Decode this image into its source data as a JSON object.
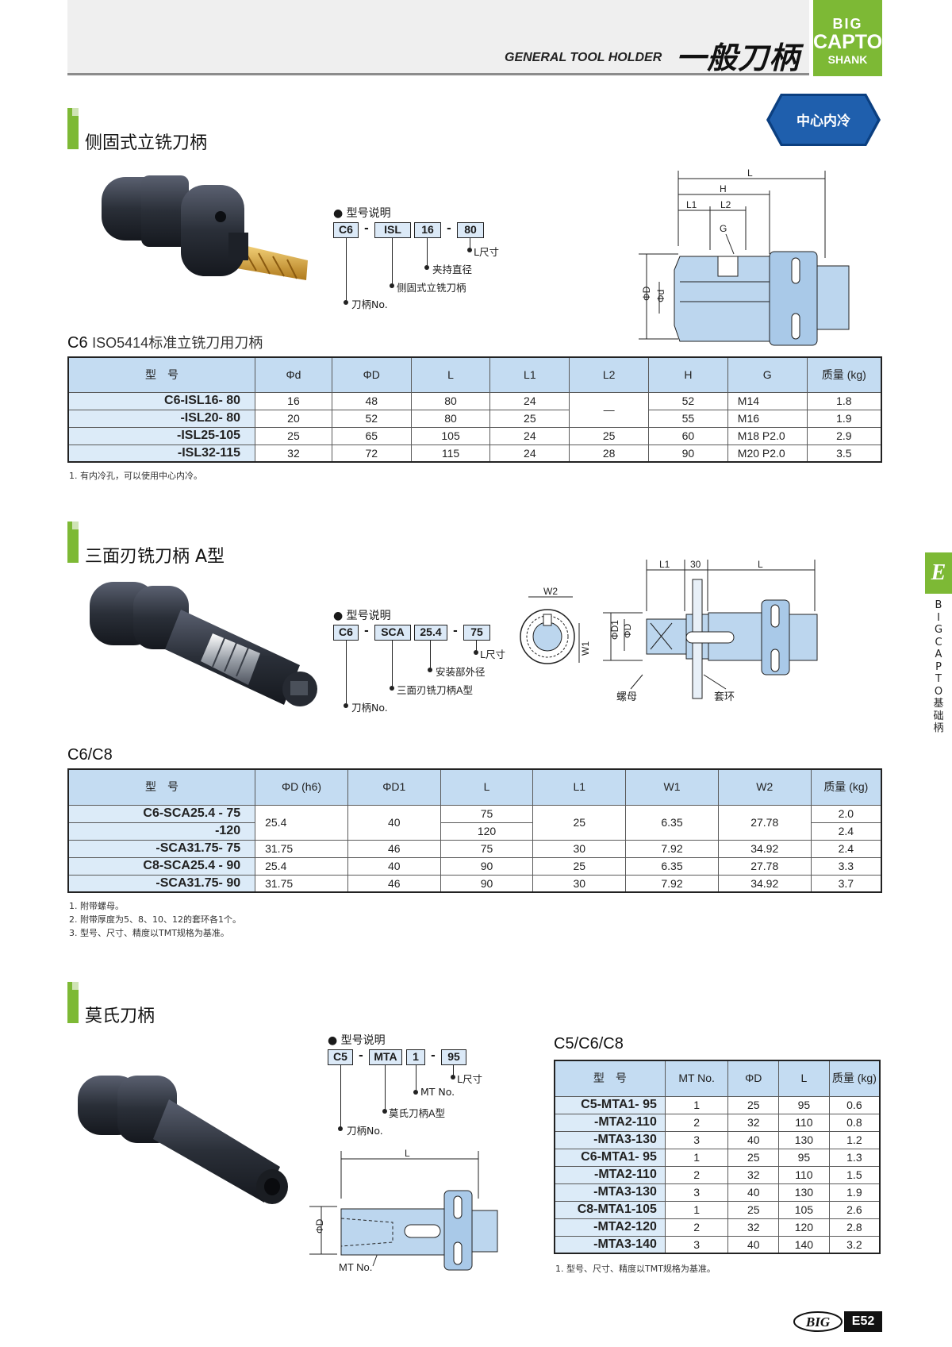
{
  "header": {
    "en_title": "GENERAL TOOL HOLDER",
    "cn_title": "一般刀柄",
    "brand": {
      "big": "BIG",
      "capto": "CAPTO",
      "shank": "SHANK"
    }
  },
  "badge": {
    "label": "中心内冷"
  },
  "side_tab": {
    "letter": "E",
    "text": "BIG CAPTO基础柄"
  },
  "colors": {
    "accent_green": "#7db935",
    "table_header": "#c4dcf2",
    "badge_blue": "#1f5fad"
  },
  "section1": {
    "title": "侧固式立铣刀柄",
    "model_explain": {
      "heading": "● 型号说明",
      "parts": [
        "C6",
        "ISL",
        "16",
        "80"
      ],
      "labels": [
        "L尺寸",
        "夹持直径",
        "侧固式立铣刀柄",
        "刀柄No."
      ]
    },
    "drawing_labels": {
      "L": "L",
      "H": "H",
      "L1": "L1",
      "L2": "L2",
      "G": "G",
      "phiD": "ΦD",
      "phid": "Φd"
    },
    "table_caption": {
      "code": "C6",
      "text": "ISO5414标准立铣刀用刀柄"
    },
    "table": {
      "headers": [
        "型　号",
        "Φd",
        "ΦD",
        "L",
        "L1",
        "L2",
        "H",
        "G",
        "质量 (kg)"
      ],
      "rows": [
        [
          "C6-ISL16-  80",
          "16",
          "48",
          "80",
          "24",
          "—",
          "52",
          "M14",
          "1.8"
        ],
        [
          "-ISL20-  80",
          "20",
          "52",
          "80",
          "25",
          "",
          "55",
          "M16",
          "1.9"
        ],
        [
          "-ISL25-105",
          "25",
          "65",
          "105",
          "24",
          "25",
          "60",
          "M18 P2.0",
          "2.9"
        ],
        [
          "-ISL32-115",
          "32",
          "72",
          "115",
          "24",
          "28",
          "90",
          "M20 P2.0",
          "3.5"
        ]
      ]
    },
    "notes": [
      "1. 有内冷孔，可以使用中心内冷。"
    ]
  },
  "section2": {
    "title": "三面刃铣刀柄 A型",
    "model_explain": {
      "heading": "● 型号说明",
      "parts": [
        "C6",
        "SCA",
        "25.4",
        "75"
      ],
      "labels": [
        "L尺寸",
        "安装部外径",
        "三面刃铣刀柄A型",
        "刀柄No."
      ]
    },
    "drawing_labels": {
      "L1": "L1",
      "w30": "30",
      "L": "L",
      "W2": "W2",
      "W1": "W1",
      "phiD1": "ΦD1",
      "phiD": "ΦD",
      "nut": "螺母",
      "collar": "套环"
    },
    "table_caption": {
      "code": "C6/C8",
      "text": ""
    },
    "table": {
      "headers": [
        "型　号",
        "ΦD (h6)",
        "ΦD1",
        "L",
        "L1",
        "W1",
        "W2",
        "质量 (kg)"
      ],
      "rows": [
        [
          "C6-SCA25.4  - 75",
          "25.4",
          "40",
          "75",
          "25",
          "6.35",
          "27.78",
          "2.0"
        ],
        [
          "-120",
          "",
          "",
          "120",
          "",
          "",
          "",
          "2.4"
        ],
        [
          "-SCA31.75-  75",
          "31.75",
          "46",
          "75",
          "30",
          "7.92",
          "34.92",
          "2.4"
        ],
        [
          "C8-SCA25.4  -  90",
          "25.4",
          "40",
          "90",
          "25",
          "6.35",
          "27.78",
          "3.3"
        ],
        [
          "-SCA31.75-  90",
          "31.75",
          "46",
          "90",
          "30",
          "7.92",
          "34.92",
          "3.7"
        ]
      ]
    },
    "notes": [
      "1. 附带螺母。",
      "2. 附带厚度为5、8、10、12的套环各1个。",
      "3. 型号、尺寸、精度以TMT规格为基准。"
    ]
  },
  "section3": {
    "title": "莫氏刀柄",
    "model_explain": {
      "heading": "● 型号说明",
      "parts": [
        "C5",
        "MTA",
        "1",
        "95"
      ],
      "labels": [
        "L尺寸",
        "MT No.",
        "莫氏刀柄A型",
        "刀柄No."
      ]
    },
    "drawing_labels": {
      "L": "L",
      "phiD": "ΦD",
      "mt": "MT No."
    },
    "table_caption": {
      "code": "C5/C6/C8",
      "text": ""
    },
    "table": {
      "headers": [
        "型　号",
        "MT No.",
        "ΦD",
        "L",
        "质量 (kg)"
      ],
      "rows": [
        [
          "C5-MTA1-  95",
          "1",
          "25",
          "95",
          "0.6"
        ],
        [
          "-MTA2-110",
          "2",
          "32",
          "110",
          "0.8"
        ],
        [
          "-MTA3-130",
          "3",
          "40",
          "130",
          "1.2"
        ],
        [
          "C6-MTA1-  95",
          "1",
          "25",
          "95",
          "1.3"
        ],
        [
          "-MTA2-110",
          "2",
          "32",
          "110",
          "1.5"
        ],
        [
          "-MTA3-130",
          "3",
          "40",
          "130",
          "1.9"
        ],
        [
          "C8-MTA1-105",
          "1",
          "25",
          "105",
          "2.6"
        ],
        [
          "-MTA2-120",
          "2",
          "32",
          "120",
          "2.8"
        ],
        [
          "-MTA3-140",
          "3",
          "40",
          "140",
          "3.2"
        ]
      ]
    },
    "notes": [
      "1. 型号、尺寸、精度以TMT规格为基准。"
    ]
  },
  "footer": {
    "logo": "BIG",
    "page": "E52"
  }
}
